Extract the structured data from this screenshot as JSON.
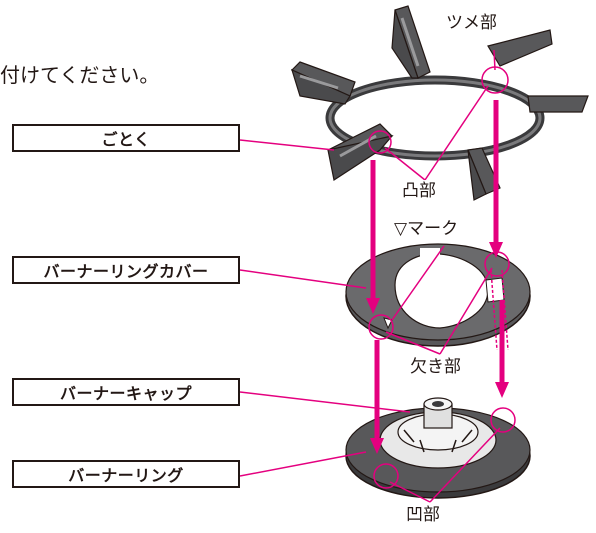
{
  "intro_text": "付けてください。",
  "parts": {
    "gotoku": "ごとく",
    "burner_ring_cover": "バーナーリングカバー",
    "burner_cap": "バーナーキャップ",
    "burner_ring": "バーナーリング"
  },
  "callouts": {
    "tsume": "ツメ部",
    "totsu": "凸部",
    "v_mark": "▽マーク",
    "kaki": "欠き部",
    "ou": "凹部"
  },
  "colors": {
    "accent": "#e4007f",
    "part_fill": "#58585a",
    "part_dark": "#3a3a3c",
    "line": "#231815"
  }
}
